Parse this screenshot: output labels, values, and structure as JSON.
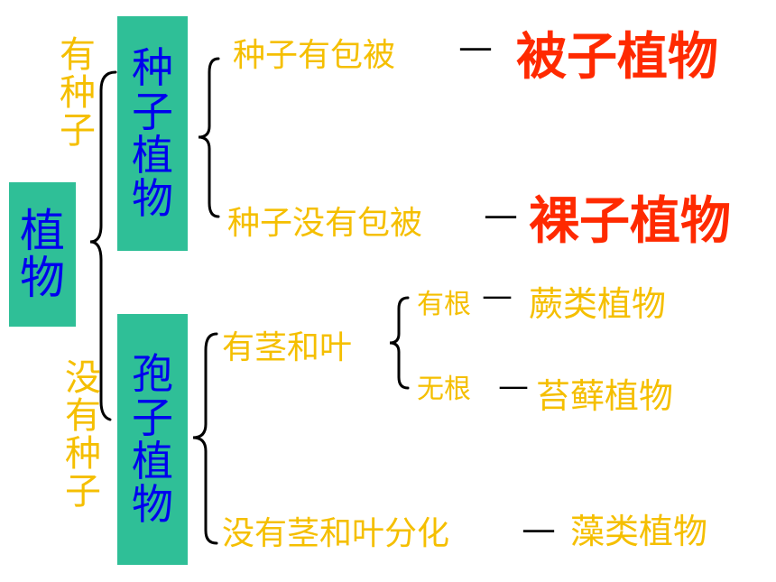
{
  "root": {
    "label_chars": [
      "植",
      "物"
    ]
  },
  "branch_top": {
    "condition_chars": [
      "有",
      "种",
      "子"
    ],
    "name_chars": [
      "种",
      "子",
      "植",
      "物"
    ]
  },
  "branch_bottom": {
    "condition_chars": [
      "没",
      "有",
      "种",
      "子"
    ],
    "name_chars": [
      "孢",
      "子",
      "植",
      "物"
    ]
  },
  "seed_plants": {
    "covered": {
      "condition": "种子有包被",
      "dash": "—",
      "result": "被子植物"
    },
    "naked": {
      "condition": "种子没有包被",
      "dash": "—",
      "result": "裸子植物"
    }
  },
  "spore_plants": {
    "stem_leaf": {
      "condition": "有茎和叶"
    },
    "with_root": {
      "condition": "有根",
      "dash": "—",
      "result": "蕨类植物"
    },
    "without_root": {
      "condition": "无根",
      "dash": "—",
      "result": "苔藓植物"
    },
    "no_stem_leaf": {
      "condition": "没有茎和叶分化",
      "dash": "—",
      "result": "藻类植物"
    }
  },
  "colors": {
    "box": "#2fbf97",
    "box_text": "#0000ee",
    "yellow_text": "#f5bf00",
    "red_text": "#ff2a00"
  }
}
